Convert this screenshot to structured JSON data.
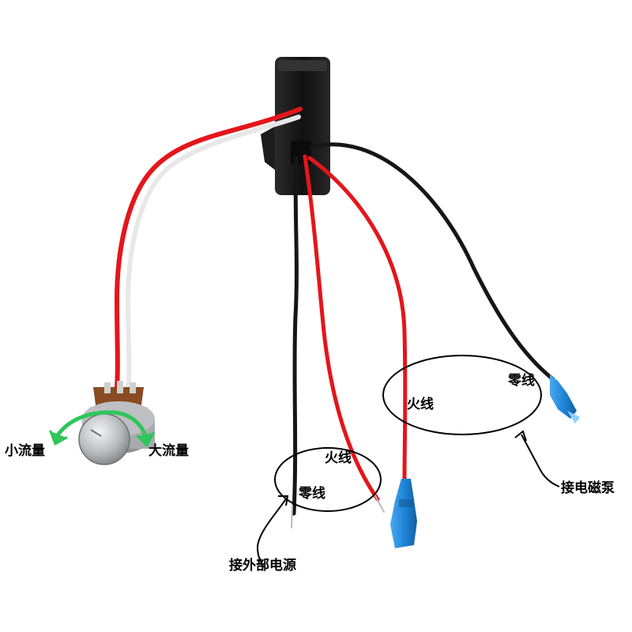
{
  "colors": {
    "live_wire": "#e3161b",
    "neutral_wire": "#161616",
    "signal_wire": "#f2f2f2",
    "module_body": "#1a1a1a",
    "terminal_blue": "#1f86d8",
    "knob_steel": "#c8cacc",
    "potentiometer_base": "#8a4b22",
    "arrow_green": "#2ec65a"
  },
  "labels": {
    "small_flow": "小流量",
    "large_flow": "大流量",
    "power_live": "火线",
    "power_neutral": "零线",
    "power_caption": "接外部电源",
    "pump_live": "火线",
    "pump_neutral": "零线",
    "pump_caption": "接电磁泵"
  },
  "icons": {
    "knob": "rotary-knob-icon",
    "arrow_left": "curved-arrow-left-icon",
    "arrow_right": "curved-arrow-right-icon"
  }
}
